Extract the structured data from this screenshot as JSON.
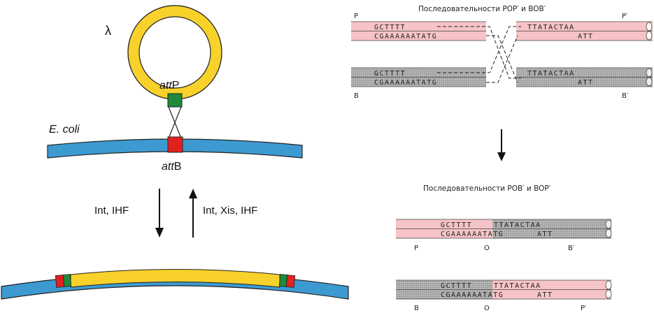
{
  "left": {
    "phage_label": "λ",
    "attP_label_italic": "att",
    "attP_label_suffix": "P",
    "host_label": "E. coli",
    "attB_label_italic": "att",
    "attB_label_suffix": "B",
    "integration_label": "Int, IHF",
    "excision_label": "Int, Xis, IHF"
  },
  "right": {
    "top_title": "Последовательности POP′ и BOB′",
    "bottom_title": "Последовательности POB′ и BOP′",
    "left_top_seq": "GCTTTT",
    "left_bottom_seq": "CGAAAAAATATG",
    "right_top_seq": "TTATACTAA",
    "right_bottom_seq": "ATT",
    "tag_P": "P",
    "tag_Pp": "P′",
    "tag_B": "B",
    "tag_Bp": "B′",
    "tag_O": "O"
  },
  "colors": {
    "phage_yellow": "#f8d12b",
    "host_blue": "#3d9ad1",
    "attP_green": "#1f8a3c",
    "attB_red": "#e4201f",
    "pink": "#f6c3c6",
    "grey": "#9a9a9a"
  }
}
